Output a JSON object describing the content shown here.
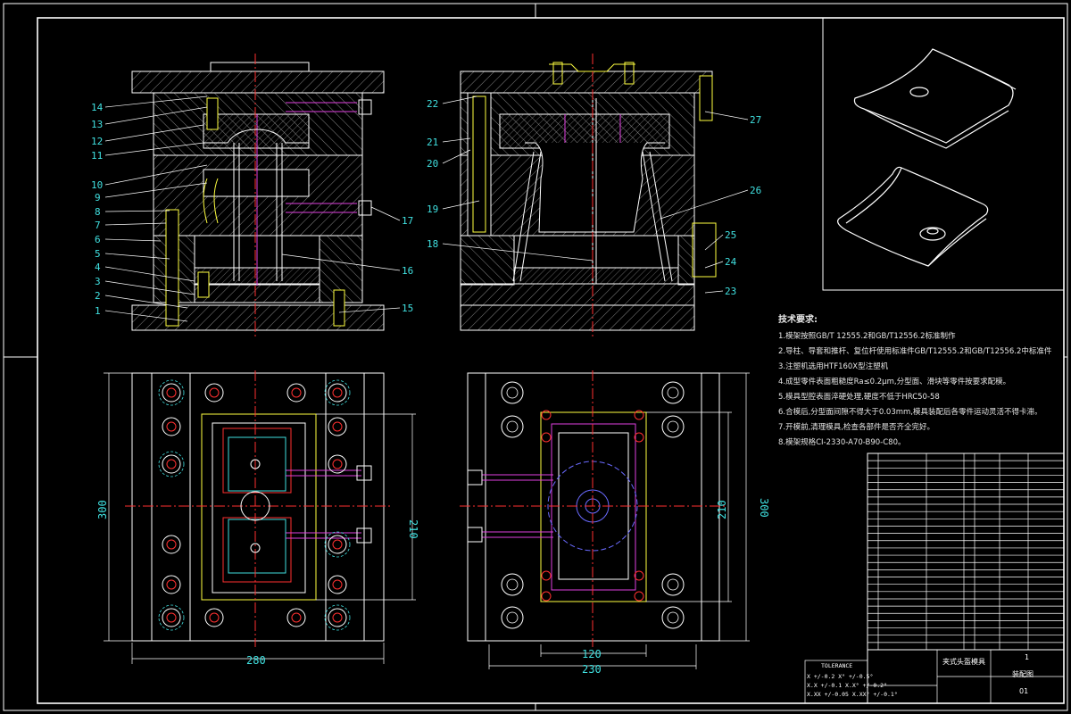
{
  "labels_left": [
    "1",
    "2",
    "3",
    "4",
    "5",
    "6",
    "7",
    "8",
    "9",
    "10",
    "11",
    "12",
    "13",
    "14",
    "15",
    "16",
    "17"
  ],
  "labels_right": [
    "18",
    "19",
    "20",
    "21",
    "22",
    "23",
    "24",
    "25",
    "26",
    "27"
  ],
  "dimensions": {
    "left_height": "300",
    "left_inner": "210",
    "left_width": "280",
    "right_inner_h": "210",
    "right_height": "300",
    "right_inner_w": "120",
    "right_width": "230"
  },
  "notes": {
    "heading": "技术要求:",
    "lines": [
      "1.模架按照GB/T 12555.2和GB/T12556.2标准制作",
      "2.导柱、导套和推杆、复位杆使用标准件GB/T12555.2和GB/T12556.2中标准件",
      "3.注塑机选用HTF160X型注塑机",
      "4.成型零件表面粗糙度Ra≤0.2μm,分型面、滑块等零件按要求配模。",
      "5.模具型腔表面淬硬处理,硬度不低于HRC50-58",
      "6.合模后,分型面间隙不得大于0.03mm,模具装配后各零件运动灵活不得卡滞。",
      "7.开模前,清理模具,检查各部件是否齐全完好。",
      "8.模架规格CI-2330-A70-B90-C80。"
    ]
  },
  "title_block": {
    "part_name": "夹式头盔模具",
    "drawing_no": "装配图",
    "sheet": "01",
    "scale": "1",
    "tolerance_title": "TOLERANCE",
    "tolerance_rows": [
      "X  +/-0.2  X°  +/-0.5°",
      "X.X +/-0.1  X.X° +/-0.2°",
      "X.XX +/-0.05 X.XX° +/-0.1°"
    ]
  },
  "colors": {
    "frame": "#ffffff",
    "section": "#ffffff",
    "center": "#ff3030",
    "cyan": "#40e0e0",
    "yellow": "#ffff40",
    "magenta": "#e040e0",
    "blue": "#6a6aff",
    "green": "#40ff40"
  }
}
